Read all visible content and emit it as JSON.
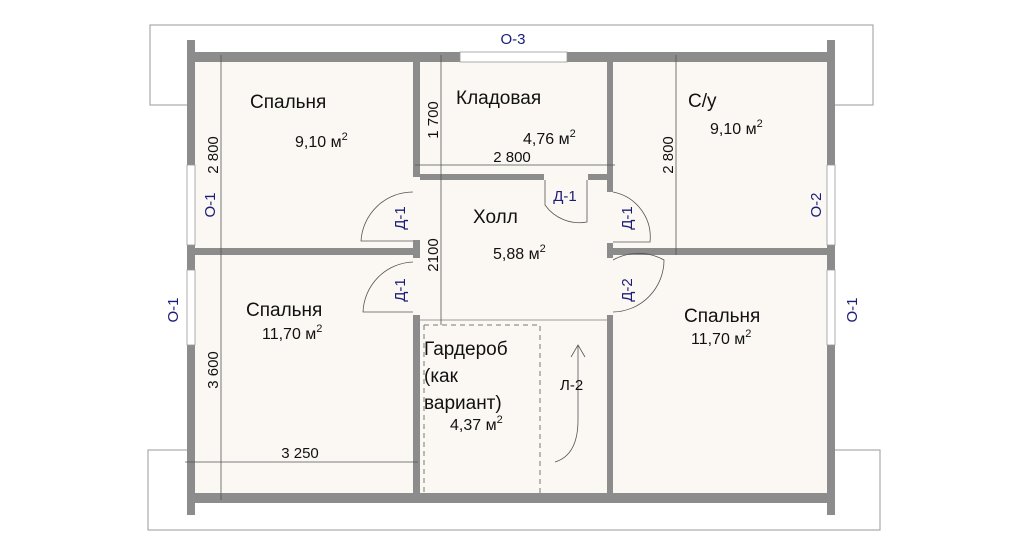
{
  "rooms": {
    "bedroom1": {
      "name": "Спальня",
      "area": "9,10 м",
      "sup": "2"
    },
    "storage": {
      "name": "Кладовая",
      "area": "4,76 м",
      "sup": "2"
    },
    "bathroom": {
      "name": "С/у",
      "area": "9,10 м",
      "sup": "2"
    },
    "hall": {
      "name": "Холл",
      "area": "5,88 м",
      "sup": "2"
    },
    "bedroom2": {
      "name": "Спальня",
      "area": "11,70 м",
      "sup": "2"
    },
    "wardrobe": {
      "name_lines": [
        "Гардероб",
        "(как",
        "вариант)"
      ],
      "area": "4,37 м",
      "sup": "2"
    },
    "bedroom3": {
      "name": "Спальня",
      "area": "11,70 м",
      "sup": "2"
    }
  },
  "dimensions": {
    "bedroom1_h": "2 800",
    "storage_h": "1 700",
    "storage_w": "2 800",
    "bathroom_h": "2 800",
    "hall_h": "2100",
    "bedroom2_h": "3 600",
    "bedroom2_w": "3 250"
  },
  "marks": {
    "window_top": "О-3",
    "window_left_1": "О-1",
    "window_left_2": "О-1",
    "window_right_1": "О-2",
    "window_right_2": "О-1",
    "door_bedroom1": "Д-1",
    "door_storage": "Д-1",
    "door_bathroom": "Д-1",
    "door_bedroom2": "Д-1",
    "door_bedroom3": "Д-2",
    "stairs": "Л-2"
  }
}
